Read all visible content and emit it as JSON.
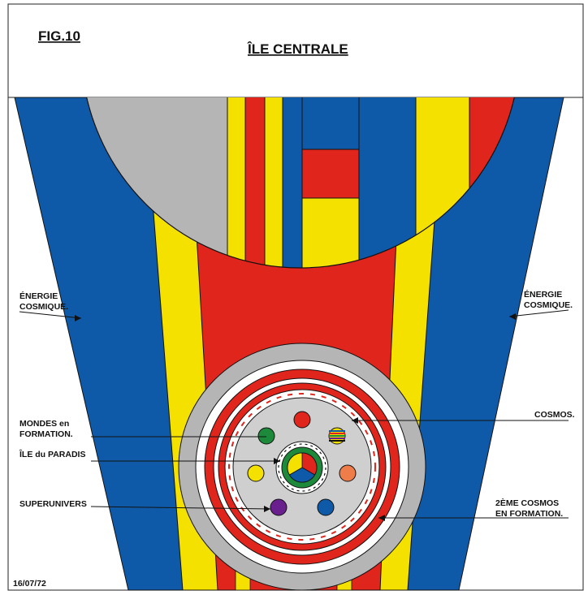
{
  "header": {
    "fig_label": "FIG.10",
    "title": "ÎLE CENTRALE"
  },
  "labels": {
    "energie_left_1": "ÉNERGIE",
    "energie_left_2": "COSMIQUE.",
    "energie_right_1": "ÉNERGIE",
    "energie_right_2": "COSMIQUE.",
    "mondes_1": "MONDES en",
    "mondes_2": "FORMATION.",
    "ile_paradis": "ÎLE du PARADIS",
    "superunivers": "SUPERUNIVERS",
    "cosmos": "COSMOS.",
    "cosmos2_1": "2ÈME COSMOS",
    "cosmos2_2": "EN FORMATION."
  },
  "date": "16/07/72",
  "colors": {
    "blue": "#0f5aa8",
    "red": "#e0251c",
    "yellow": "#f4e100",
    "gray": "#b5b5b5",
    "light_gray": "#cfcfcf",
    "green": "#1c8a3a",
    "purple": "#6a1f8f",
    "orange": "#ef7d4a",
    "ink": "#111111"
  },
  "icons": {
    "arrows": "arrow-icon",
    "spheres": "sphere-icon"
  }
}
